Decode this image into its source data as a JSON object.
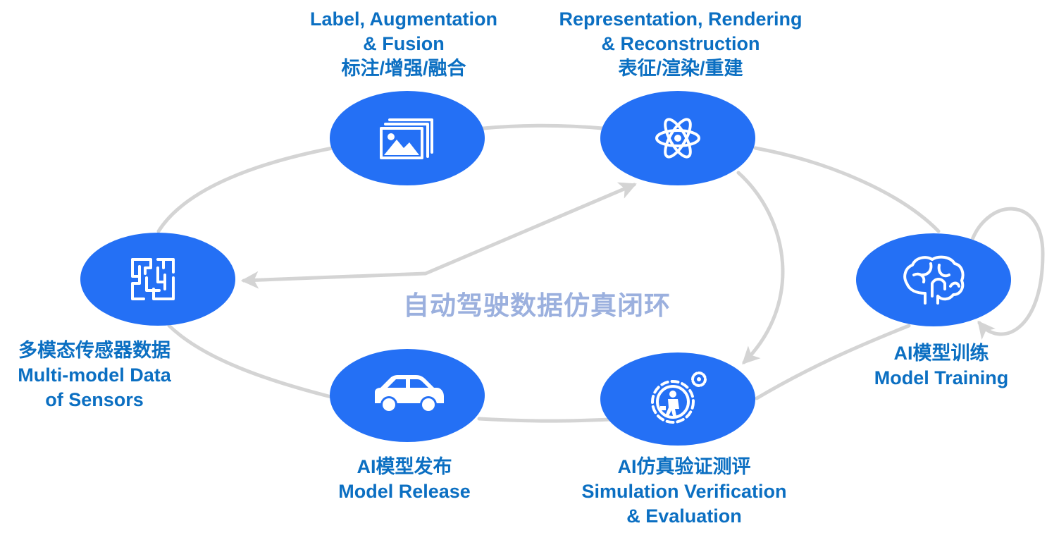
{
  "colors": {
    "node": "#2470f5",
    "label": "#0b6fc2",
    "line": "#d4d4d4",
    "caption": "#9bb0de"
  },
  "center_caption": "自动驾驶数据仿真闭环",
  "nodes": [
    {
      "id": "sensors",
      "icon": "maze-icon",
      "label_lines": [
        "多模态传感器数据",
        "Multi-model Data",
        "of Sensors"
      ]
    },
    {
      "id": "label",
      "icon": "image-stack-icon",
      "label_lines": [
        "Label, Augmentation",
        "& Fusion",
        "标注/增强/融合"
      ]
    },
    {
      "id": "representation",
      "icon": "atom-icon",
      "label_lines": [
        "Representation, Rendering",
        "& Reconstruction",
        "表征/渲染/重建"
      ]
    },
    {
      "id": "training",
      "icon": "brain-icon",
      "label_lines": [
        "AI模型训练",
        "Model Training"
      ]
    },
    {
      "id": "simulation",
      "icon": "gear-worker-icon",
      "label_lines": [
        "AI仿真验证测评",
        "Simulation Verification",
        "& Evaluation"
      ]
    },
    {
      "id": "release",
      "icon": "car-icon",
      "label_lines": [
        "AI模型发布",
        "Model Release"
      ]
    }
  ]
}
